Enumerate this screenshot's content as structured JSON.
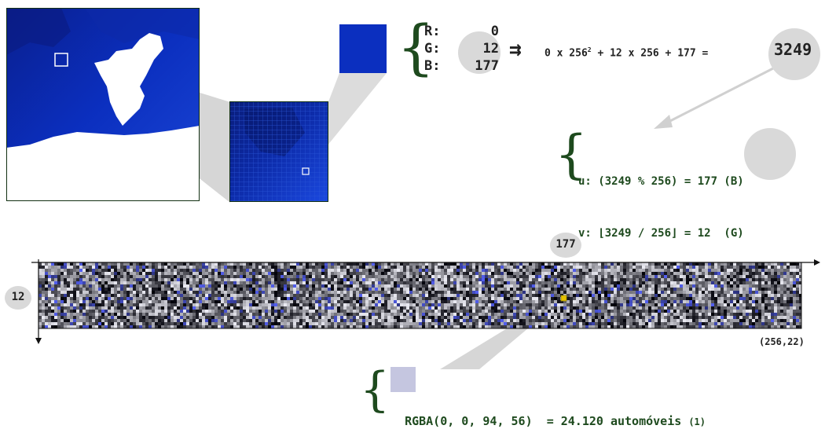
{
  "rgb_panel": {
    "r_label": "R:",
    "r_value": "0",
    "g_label": "G:",
    "g_value": "12",
    "b_label": "B:",
    "b_value": "177",
    "arrow": "⇉",
    "formula_prefix": "0 x 256",
    "formula_sup": "2",
    "formula_suffix": " + 12 x 256 + 177 =",
    "result": "3249"
  },
  "uv_panel": {
    "u_text": "u: (3249 % 256) = 177 (B)",
    "v_text": "v: ⌊3249 / 256⌋ = 12  (G)"
  },
  "texture": {
    "x_marker": "177",
    "y_marker": "12",
    "size_label": "(256,22)"
  },
  "output": {
    "rgba_text": "RGBA(0, 0, 94, 56)",
    "equals_text": "= 24.120 automóveis",
    "footnote": "(1)",
    "swatch_color": "#c5c6e0"
  },
  "colors": {
    "map_blue": "#0b2fbf",
    "map_dark": "#0a1f8f",
    "pixel_blue": "#0b2fbf",
    "text_green": "#1e4a1e",
    "callout_gray": "#d9d9d9"
  }
}
